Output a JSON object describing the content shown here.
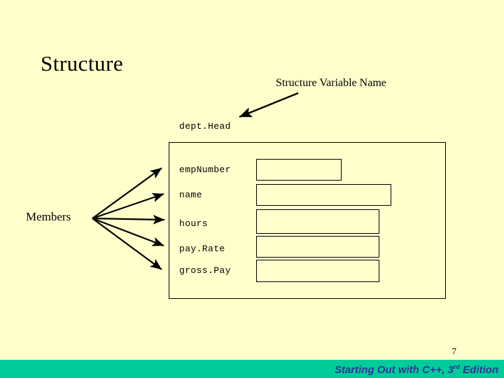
{
  "slide": {
    "title": "Structure",
    "background_color": "#ffffcc",
    "variable_name_label": "Structure Variable Name",
    "structure_variable": "dept.Head",
    "members_label": "Members",
    "members": [
      {
        "name": "empNumber"
      },
      {
        "name": "name"
      },
      {
        "name": "hours"
      },
      {
        "name": "pay.Rate"
      },
      {
        "name": "gross.Pay"
      }
    ]
  },
  "footer": {
    "page_number": "7",
    "book_title": "Starting Out with C++, 3",
    "edition_ordinal": "rd",
    "edition_suffix": " Edition",
    "bar_color": "#00cc99",
    "text_color": "#333399"
  }
}
